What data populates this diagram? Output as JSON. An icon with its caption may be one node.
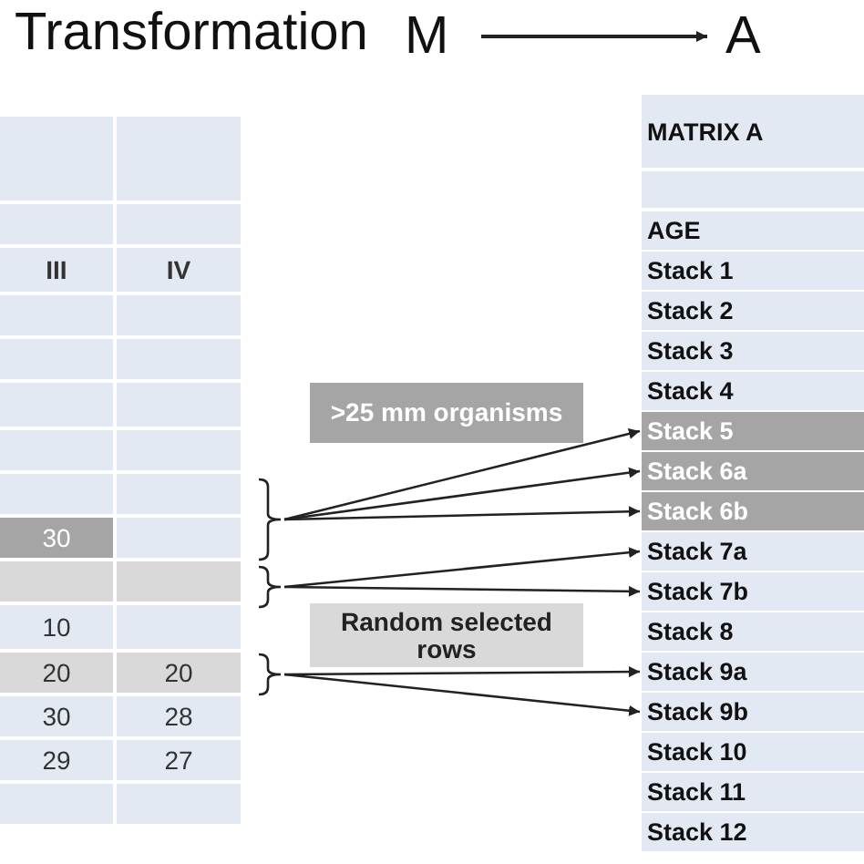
{
  "diagram": {
    "title": "Transformation",
    "nodes": [
      {
        "text": [
          "M"
        ]
      },
      {
        "text": [
          "A"
        ]
      },
      {
        "text": [
          "MATRIX A"
        ]
      },
      {
        "text": [],
        "shape": "box"
      },
      {
        "text": [
          "AGE"
        ]
      },
      {
        "text": [
          "Stack 1"
        ]
      },
      {
        "text": [
          "Stack 2"
        ]
      },
      {
        "text": [
          "Stack 3"
        ]
      },
      {
        "text": [
          "Stack 4"
        ]
      },
      {
        "text": [
          "Stack 5"
        ]
      },
      {
        "text": [
          "Stack 6a"
        ]
      },
      {
        "text": [
          "Stack 6b"
        ]
      },
      {
        "text": [
          "Stack 7a"
        ]
      },
      {
        "text": [
          "Stack 7b"
        ]
      },
      {
        "text": [
          "Stack 8"
        ]
      },
      {
        "text": [
          "Stack 9a"
        ]
      },
      {
        "text": [
          "Stack 9b"
        ]
      },
      {
        "text": [
          "Stack 10"
        ]
      },
      {
        "text": [
          "Stack 11"
        ]
      },
      {
        "text": [
          "Stack 12"
        ]
      },
      {
        "text": [
          ">25 mm organisms"
        ]
      },
      {
        "text": [],
        "shape": "bracket"
      },
      {
        "text": [],
        "shape": "bracket"
      },
      {
        "text": [
          "Random selected rows"
        ]
      },
      {
        "text": [],
        "shape": "bracket"
      }
    ],
    "edges": [
      {
        "from": 0,
        "to": 1,
        "arrow": "to"
      },
      {
        "from": 21,
        "to": 9,
        "arrow": "to"
      },
      {
        "from": 21,
        "to": 10,
        "arrow": "to"
      },
      {
        "from": 21,
        "to": 11,
        "arrow": "to"
      },
      {
        "from": 22,
        "to": 12,
        "arrow": "to"
      },
      {
        "from": 22,
        "to": 13,
        "arrow": "to"
      },
      {
        "from": 24,
        "to": 15,
        "arrow": "to"
      },
      {
        "from": 24,
        "to": 16,
        "arrow": "to"
      }
    ],
    "labels": [
      "III",
      "IV",
      "30",
      "10",
      "20",
      "20",
      "30",
      "28",
      "29",
      "27"
    ]
  }
}
